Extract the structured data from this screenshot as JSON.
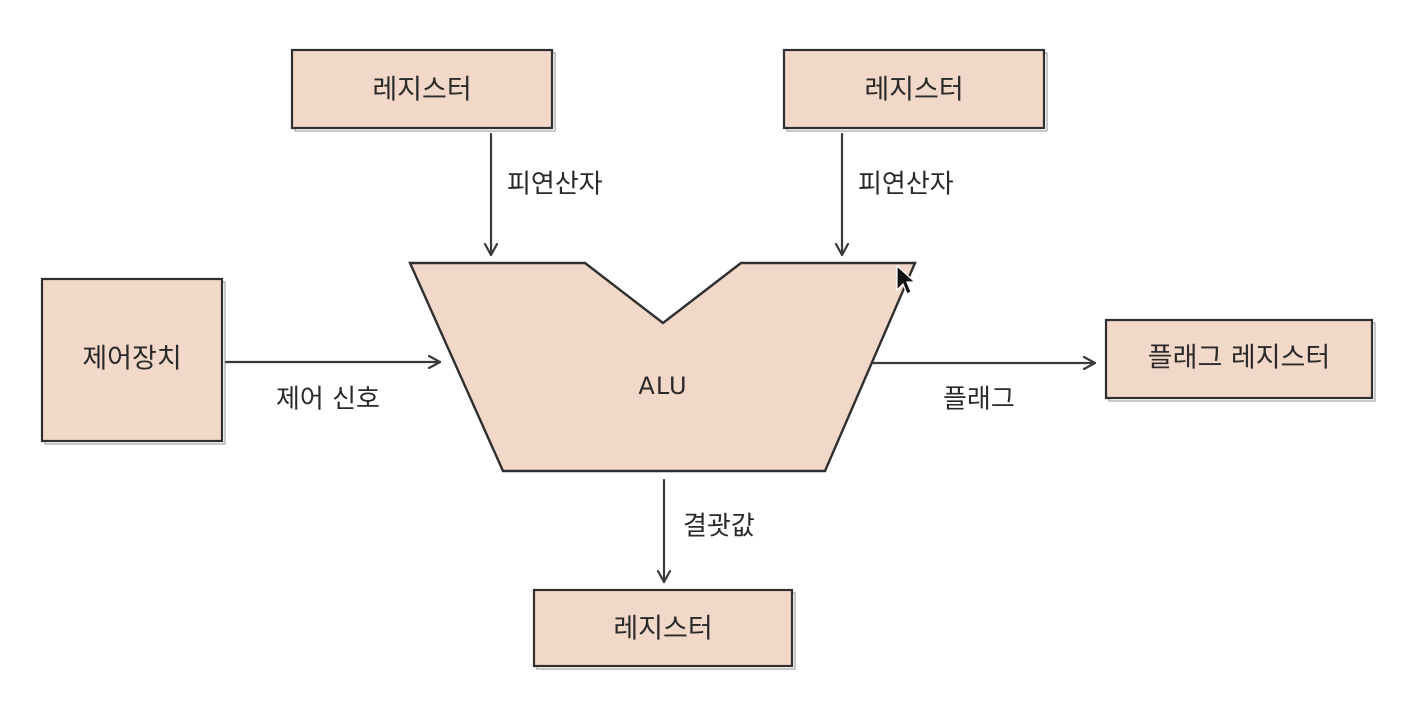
{
  "nodes": {
    "register_top_left": "레지스터",
    "register_top_right": "레지스터",
    "control_unit": "제어장치",
    "alu": "ALU",
    "flag_register": "플래그 레지스터",
    "register_bottom": "레지스터"
  },
  "edges": {
    "operand_left": "피연산자",
    "operand_right": "피연산자",
    "control_signal": "제어 신호",
    "flag": "플래그",
    "result": "결괏값"
  },
  "colors": {
    "box_fill": "#f2d8c8",
    "stroke": "#2f2f2f",
    "background": "#ffffff"
  },
  "icons": {
    "cursor": "mouse-pointer-icon"
  }
}
